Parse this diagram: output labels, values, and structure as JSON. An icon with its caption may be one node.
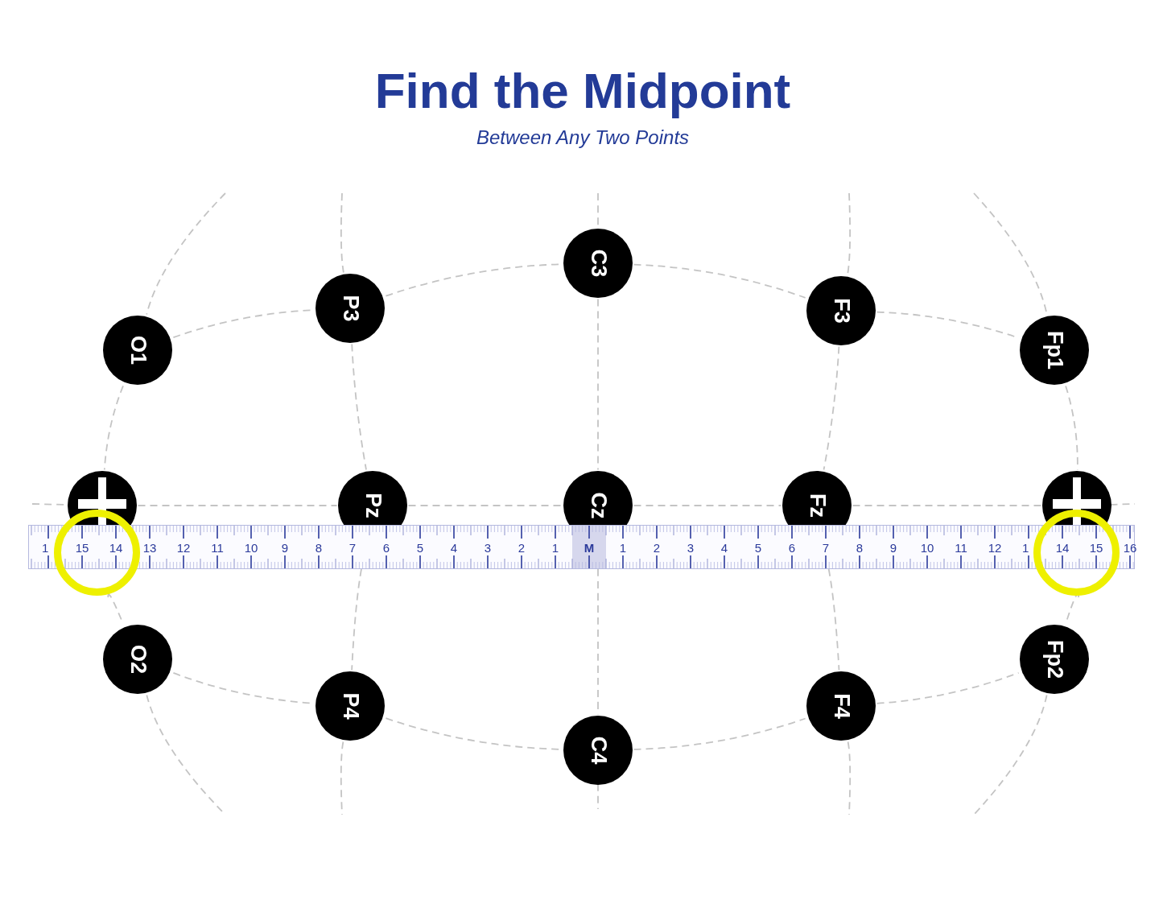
{
  "diagram": {
    "title": "Find the Midpoint",
    "nodes": [
      {
        "text": [
          "O1"
        ]
      },
      {
        "text": [
          "P3"
        ]
      },
      {
        "text": [
          "C3"
        ]
      },
      {
        "text": [
          "F3"
        ]
      },
      {
        "text": [
          "Fp1"
        ]
      },
      {
        "text": [],
        "shape": "circle"
      },
      {
        "text": [
          "Pz"
        ]
      },
      {
        "text": [
          "Cz"
        ]
      },
      {
        "text": [
          "Fz"
        ]
      },
      {
        "text": [],
        "shape": "circle"
      },
      {
        "text": [
          "O2"
        ]
      },
      {
        "text": [
          "P4"
        ]
      },
      {
        "text": [
          "C4"
        ]
      },
      {
        "text": [
          "F4"
        ]
      },
      {
        "text": [
          "Fp2"
        ]
      }
    ],
    "edges": [
      {
        "from": 0,
        "to": 1,
        "arrow": "none",
        "style": "dashed"
      },
      {
        "from": 1,
        "to": 2,
        "arrow": "none",
        "style": "dashed"
      },
      {
        "from": 2,
        "to": 3,
        "arrow": "none",
        "style": "dashed"
      },
      {
        "from": 3,
        "to": 4,
        "arrow": "none",
        "style": "dashed"
      },
      {
        "from": null,
        "to": 5,
        "arrow": "none",
        "style": "dashed"
      },
      {
        "from": 5,
        "to": 6,
        "arrow": "none",
        "style": "dashed"
      },
      {
        "from": 6,
        "to": 7,
        "arrow": "none",
        "style": "dashed"
      },
      {
        "from": 7,
        "to": 8,
        "arrow": "none",
        "style": "dashed"
      },
      {
        "from": 8,
        "to": 9,
        "arrow": "none",
        "style": "dashed"
      },
      {
        "from": 9,
        "to": null,
        "arrow": "none",
        "style": "dashed"
      },
      {
        "from": 10,
        "to": 11,
        "arrow": "none",
        "style": "dashed"
      },
      {
        "from": 11,
        "to": 12,
        "arrow": "none",
        "style": "dashed"
      },
      {
        "from": 12,
        "to": 13,
        "arrow": "none",
        "style": "dashed"
      },
      {
        "from": 13,
        "to": 14,
        "arrow": "none",
        "style": "dashed"
      },
      {
        "from": null,
        "to": 0,
        "arrow": "none",
        "style": "dashed"
      },
      {
        "from": 0,
        "to": 5,
        "arrow": "none",
        "style": "dashed"
      },
      {
        "from": 5,
        "to": 10,
        "arrow": "none",
        "style": "dashed"
      },
      {
        "from": 10,
        "to": null,
        "arrow": "none",
        "style": "dashed"
      },
      {
        "from": null,
        "to": 1,
        "arrow": "none",
        "style": "dashed"
      },
      {
        "from": 1,
        "to": 6,
        "arrow": "none",
        "style": "dashed"
      },
      {
        "from": 6,
        "to": 11,
        "arrow": "none",
        "style": "dashed"
      },
      {
        "from": 11,
        "to": null,
        "arrow": "none",
        "style": "dashed"
      },
      {
        "from": null,
        "to": 2,
        "arrow": "none",
        "style": "dashed"
      },
      {
        "from": 2,
        "to": 7,
        "arrow": "none",
        "style": "dashed"
      },
      {
        "from": 7,
        "to": 12,
        "arrow": "none",
        "style": "dashed"
      },
      {
        "from": 12,
        "to": null,
        "arrow": "none",
        "style": "dashed"
      },
      {
        "from": null,
        "to": 3,
        "arrow": "none",
        "style": "dashed"
      },
      {
        "from": 3,
        "to": 8,
        "arrow": "none",
        "style": "dashed"
      },
      {
        "from": 8,
        "to": 13,
        "arrow": "none",
        "style": "dashed"
      },
      {
        "from": 13,
        "to": null,
        "arrow": "none",
        "style": "dashed"
      },
      {
        "from": null,
        "to": 4,
        "arrow": "none",
        "style": "dashed"
      },
      {
        "from": 4,
        "to": 9,
        "arrow": "none",
        "style": "dashed"
      },
      {
        "from": 9,
        "to": 14,
        "arrow": "none",
        "style": "dashed"
      },
      {
        "from": 14,
        "to": null,
        "arrow": "none",
        "style": "dashed"
      }
    ],
    "labels": [
      "Between Any Two Points",
      "1",
      "15",
      "14",
      "13",
      "12",
      "11",
      "10",
      "9",
      "8",
      "7",
      "6",
      "5",
      "4",
      "3",
      "2",
      "1",
      "M",
      "1",
      "2",
      "3",
      "4",
      "5",
      "6",
      "7",
      "8",
      "9",
      "10",
      "11",
      "12",
      "1",
      "14",
      "15",
      "16"
    ]
  }
}
